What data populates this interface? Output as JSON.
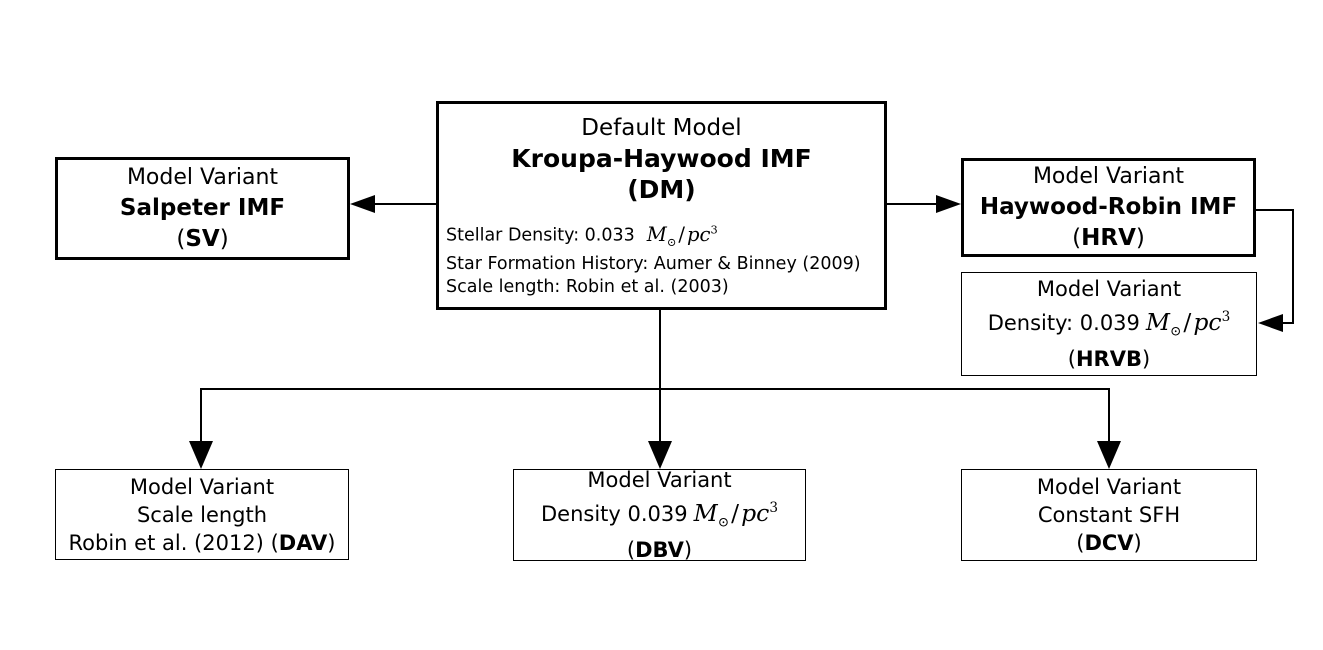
{
  "colors": {
    "background": "#ffffff",
    "line": "#000000",
    "text": "#000000"
  },
  "punct": {
    "open": "(",
    "close": ")"
  },
  "math": {
    "m": "M",
    "sun": "⊙",
    "slash": "/",
    "pc": "pc",
    "exp": "3"
  },
  "dm": {
    "title": "Default Model",
    "name": "Kroupa-Haywood IMF",
    "code": "(DM)",
    "detail1_prefix": "Stellar Density: 0.033",
    "detail2": "Star Formation History: Aumer & Binney (2009)",
    "detail3": "Scale length: Robin et al. (2003)"
  },
  "sv": {
    "title": "Model Variant",
    "name": "Salpeter IMF",
    "code": "SV"
  },
  "hrv": {
    "title": "Model Variant",
    "name": "Haywood-Robin IMF",
    "code": "HRV"
  },
  "hrvb": {
    "title": "Model Variant",
    "line2_prefix": "Density: 0.039",
    "code": "HRVB"
  },
  "dav": {
    "title": "Model Variant",
    "line2": "Scale length",
    "line3_prefix": "Robin et al. (2012) ",
    "code": "DAV"
  },
  "dbv": {
    "title": "Model Variant",
    "line2_prefix": "Density 0.039",
    "code": "DBV"
  },
  "dcv": {
    "title": "Model Variant",
    "line2": "Constant SFH",
    "code": "DCV"
  }
}
